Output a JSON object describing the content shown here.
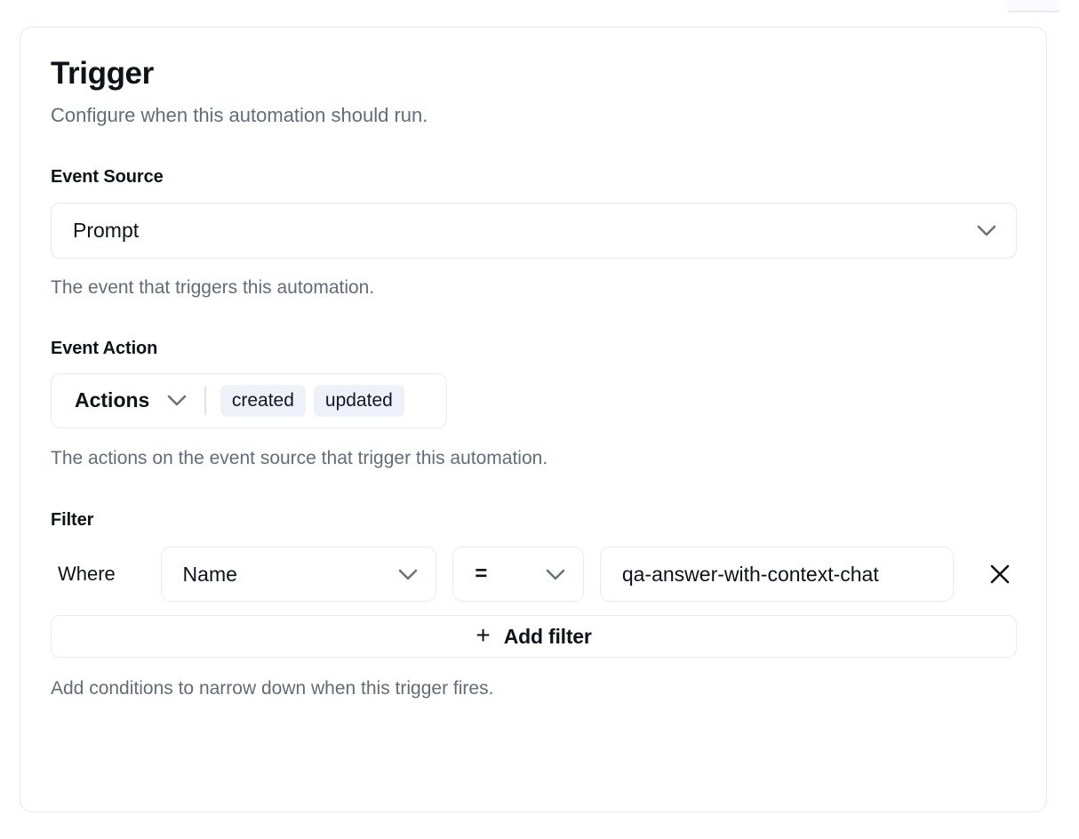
{
  "card": {
    "title": "Trigger",
    "subtitle": "Configure when this automation should run."
  },
  "event_source": {
    "label": "Event Source",
    "selected": "Prompt",
    "help": "The event that triggers this automation.",
    "chevron_icon": "chevron-down-icon"
  },
  "event_action": {
    "label": "Event Action",
    "trigger_label": "Actions",
    "chevron_icon": "chevron-down-icon",
    "chips": [
      "created",
      "updated"
    ],
    "help": "The actions on the event source that trigger this automation."
  },
  "filter": {
    "label": "Filter",
    "where_label": "Where",
    "field": "Name",
    "operator": "=",
    "value": "qa-answer-with-context-chat",
    "remove_icon": "close-icon",
    "add_button": {
      "plus_icon": "plus-icon",
      "label": "Add filter"
    },
    "help": "Add conditions to narrow down when this trigger fires."
  },
  "colors": {
    "text_primary": "#10121a",
    "text_muted": "#636b7b",
    "border": "#e7e9ef",
    "chip_bg": "#eef1f7",
    "chevron": "#6b7280",
    "page_bg": "#ffffff"
  }
}
